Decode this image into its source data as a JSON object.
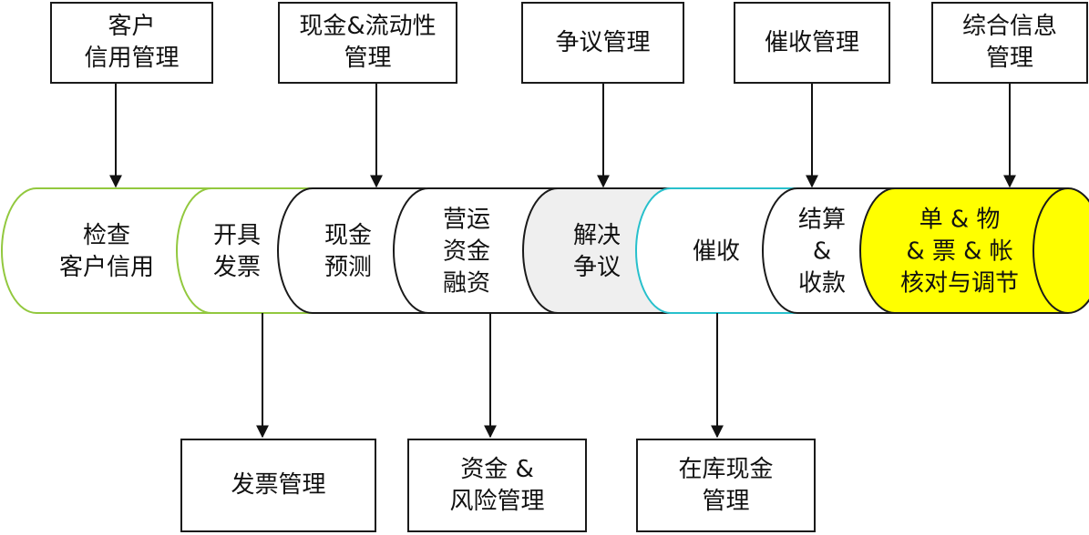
{
  "top_boxes": [
    {
      "label": "客户\n信用管理",
      "highlight": true
    },
    {
      "label": "现金&流动性\n管理",
      "highlight": false
    },
    {
      "label": "争议管理",
      "highlight": false
    },
    {
      "label": "催收管理",
      "highlight": false
    },
    {
      "label": "综合信息\n管理",
      "highlight": false
    }
  ],
  "bottom_boxes": [
    {
      "label": "发票管理"
    },
    {
      "label": "资金 &\n风险管理"
    },
    {
      "label": "在库现金\n管理"
    }
  ],
  "segments": [
    {
      "lines": [
        "检查",
        "客户信用"
      ],
      "fill": "#ffffff",
      "stroke": "#92c83e",
      "text_color": "#111111"
    },
    {
      "lines": [
        "开具",
        "发票"
      ],
      "fill": "#ffffff",
      "stroke": "#92c83e",
      "text_color": "#111111"
    },
    {
      "lines": [
        "现金",
        "预测"
      ],
      "fill": "#ffffff",
      "stroke": "#1a1a1a",
      "text_color": "#111111"
    },
    {
      "lines": [
        "营运",
        "资金",
        "融资"
      ],
      "fill": "#ffffff",
      "stroke": "#1a1a1a",
      "text_color": "#111111"
    },
    {
      "lines": [
        "解决",
        "争议"
      ],
      "fill": "#efefef",
      "stroke": "#1a1a1a",
      "text_color": "#5b8fd1"
    },
    {
      "lines": [
        "催收"
      ],
      "fill": "#ffffff",
      "stroke": "#27c0cc",
      "text_color": "#111111"
    },
    {
      "lines": [
        "结算",
        "&",
        "收款"
      ],
      "fill": "#ffffff",
      "stroke": "#1a1a1a",
      "text_color": "#111111"
    },
    {
      "lines": [
        "单 & 物",
        "& 票 & 帐",
        "核对与调节"
      ],
      "fill": "#ffff00",
      "stroke": "#1a1a1a",
      "text_color": "#111111"
    }
  ]
}
